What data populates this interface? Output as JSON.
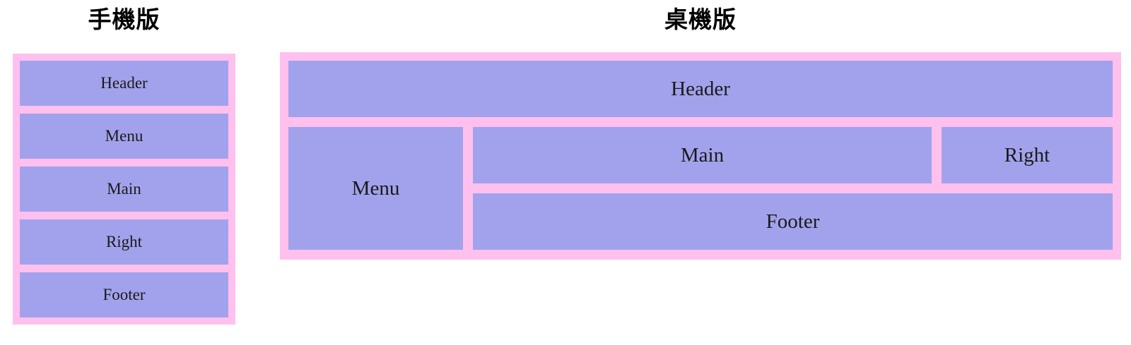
{
  "colors": {
    "container_pink": "#ffc0ee",
    "box_purple": "#a2a2ec",
    "label_text": "#1a1a1a",
    "title_text": "#000000",
    "page_background": "#ffffff"
  },
  "mobile": {
    "title": "手機版",
    "boxes": [
      "Header",
      "Menu",
      "Main",
      "Right",
      "Footer"
    ]
  },
  "desktop": {
    "title": "桌機版",
    "boxes": {
      "header": "Header",
      "menu": "Menu",
      "main": "Main",
      "right": "Right",
      "footer": "Footer"
    }
  }
}
